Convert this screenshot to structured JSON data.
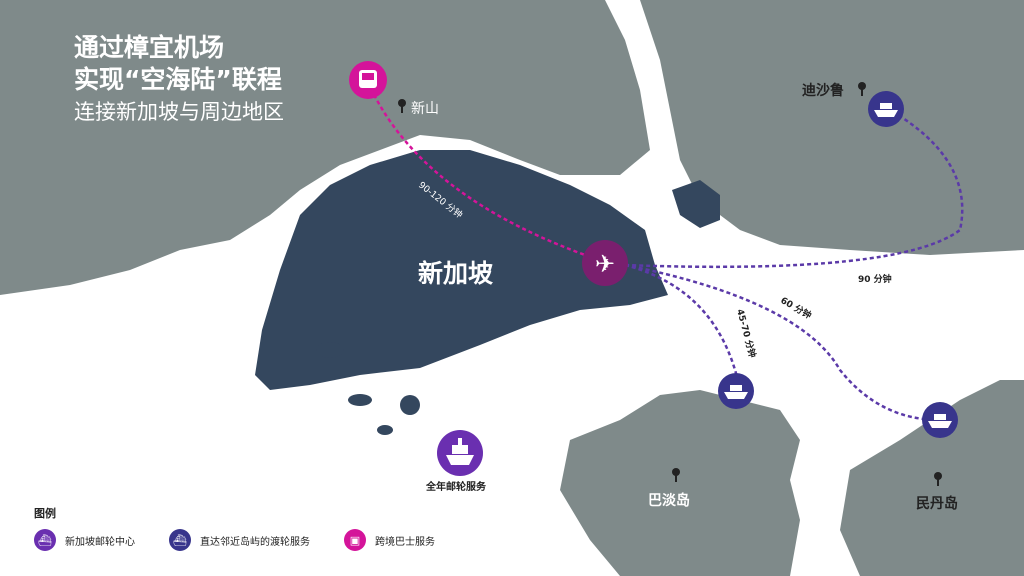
{
  "title": {
    "line1": "通过樟宜机场",
    "line2": "实现“空海陆”联程",
    "line3": "连接新加坡与周边地区"
  },
  "places": {
    "singapore": "新加坡",
    "johor": "新山",
    "desaru": "迪沙鲁",
    "batam": "巴淡岛",
    "bintan": "民丹岛",
    "cruise": "全年邮轮服务"
  },
  "routes": {
    "bus": "90-120 分钟",
    "desaru": "90 分钟",
    "bintan": "60 分钟",
    "batam": "45-70 分钟"
  },
  "legend": {
    "heading": "图例",
    "items": [
      {
        "label": "新加坡邮轮中心",
        "icon": "cruise-ship-icon"
      },
      {
        "label": "直达邻近岛屿的渡轮服务",
        "icon": "ferry-icon"
      },
      {
        "label": "跨境巴士服务",
        "icon": "bus-icon"
      }
    ]
  },
  "colors": {
    "land": "#7f8a8a",
    "singapore": "#34475e",
    "airport": "#7a1f6e",
    "ferry": "#38358c",
    "bus": "#d4149a",
    "cruise": "#6a2fb0"
  }
}
